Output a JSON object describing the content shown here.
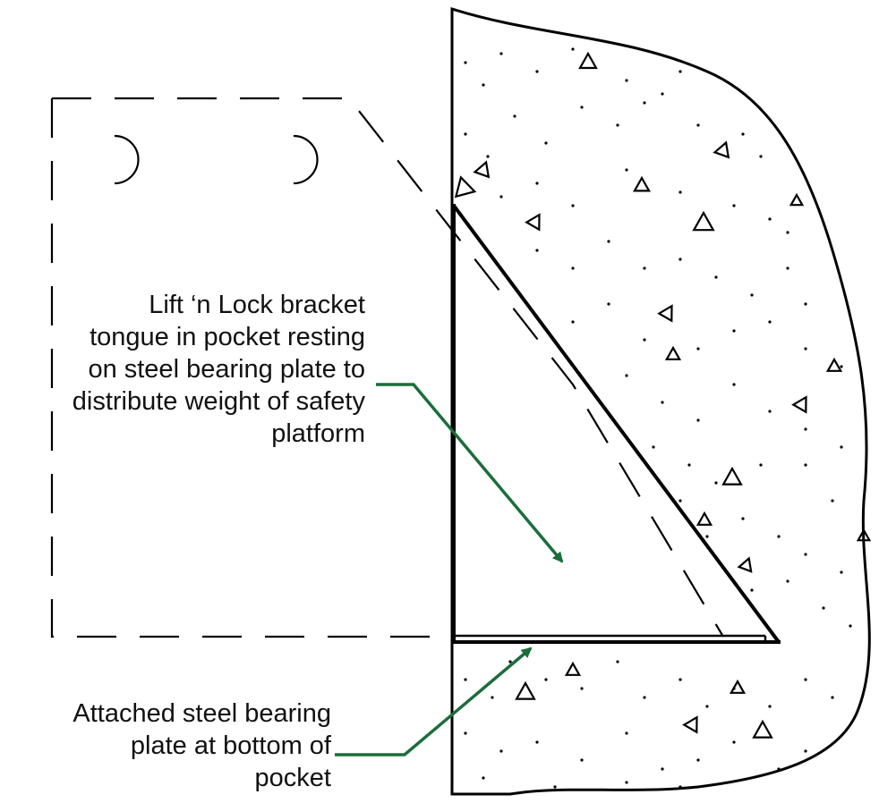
{
  "colors": {
    "line": "#000000",
    "callout": "#1a6e3a",
    "background": "#ffffff"
  },
  "callouts": {
    "bracket": {
      "lines": [
        "Lift ‘n Lock bracket",
        "tongue in pocket resting",
        "on steel bearing plate to",
        "distribute weight of safety",
        "platform"
      ]
    },
    "plate": {
      "lines": [
        "Attached steel bearing",
        "plate at bottom of",
        "pocket"
      ]
    }
  }
}
